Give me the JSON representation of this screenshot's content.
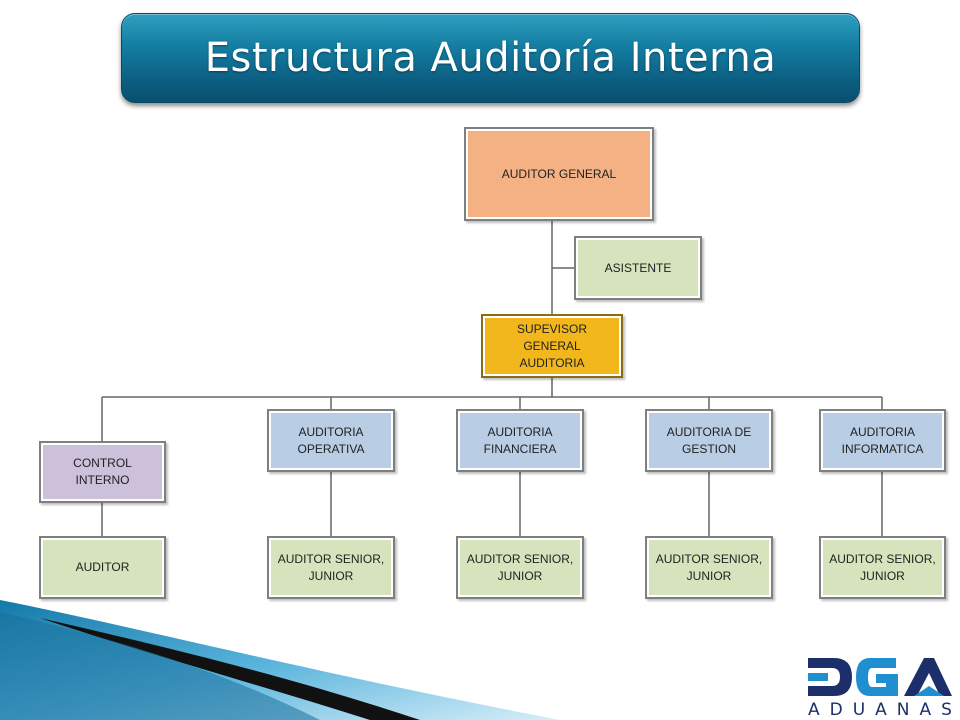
{
  "title": "Estructura Auditoría Interna",
  "org_chart": {
    "auditor_general": "AUDITOR GENERAL",
    "asistente": "ASISTENTE",
    "supervisor": "SUPEVISOR GENERAL\nAUDITORIA",
    "control_interno": "CONTROL INTERNO",
    "auditor": "AUDITOR",
    "departments": [
      {
        "name": "AUDITORIA\nOPERATIVA",
        "staff": "AUDITOR SENIOR,\nJUNIOR"
      },
      {
        "name": "AUDITORIA\nFINANCIERA",
        "staff": "AUDITOR SENIOR,\nJUNIOR"
      },
      {
        "name": "AUDITORIA DE\nGESTION",
        "staff": "AUDITOR SENIOR,\nJUNIOR"
      },
      {
        "name": "AUDITORIA\nINFORMATICA",
        "staff": "AUDITOR SENIOR,\nJUNIOR"
      }
    ]
  },
  "logo": {
    "word": "ADUANAS",
    "colors": [
      "#1d2f6b",
      "#1f8fd0"
    ]
  }
}
